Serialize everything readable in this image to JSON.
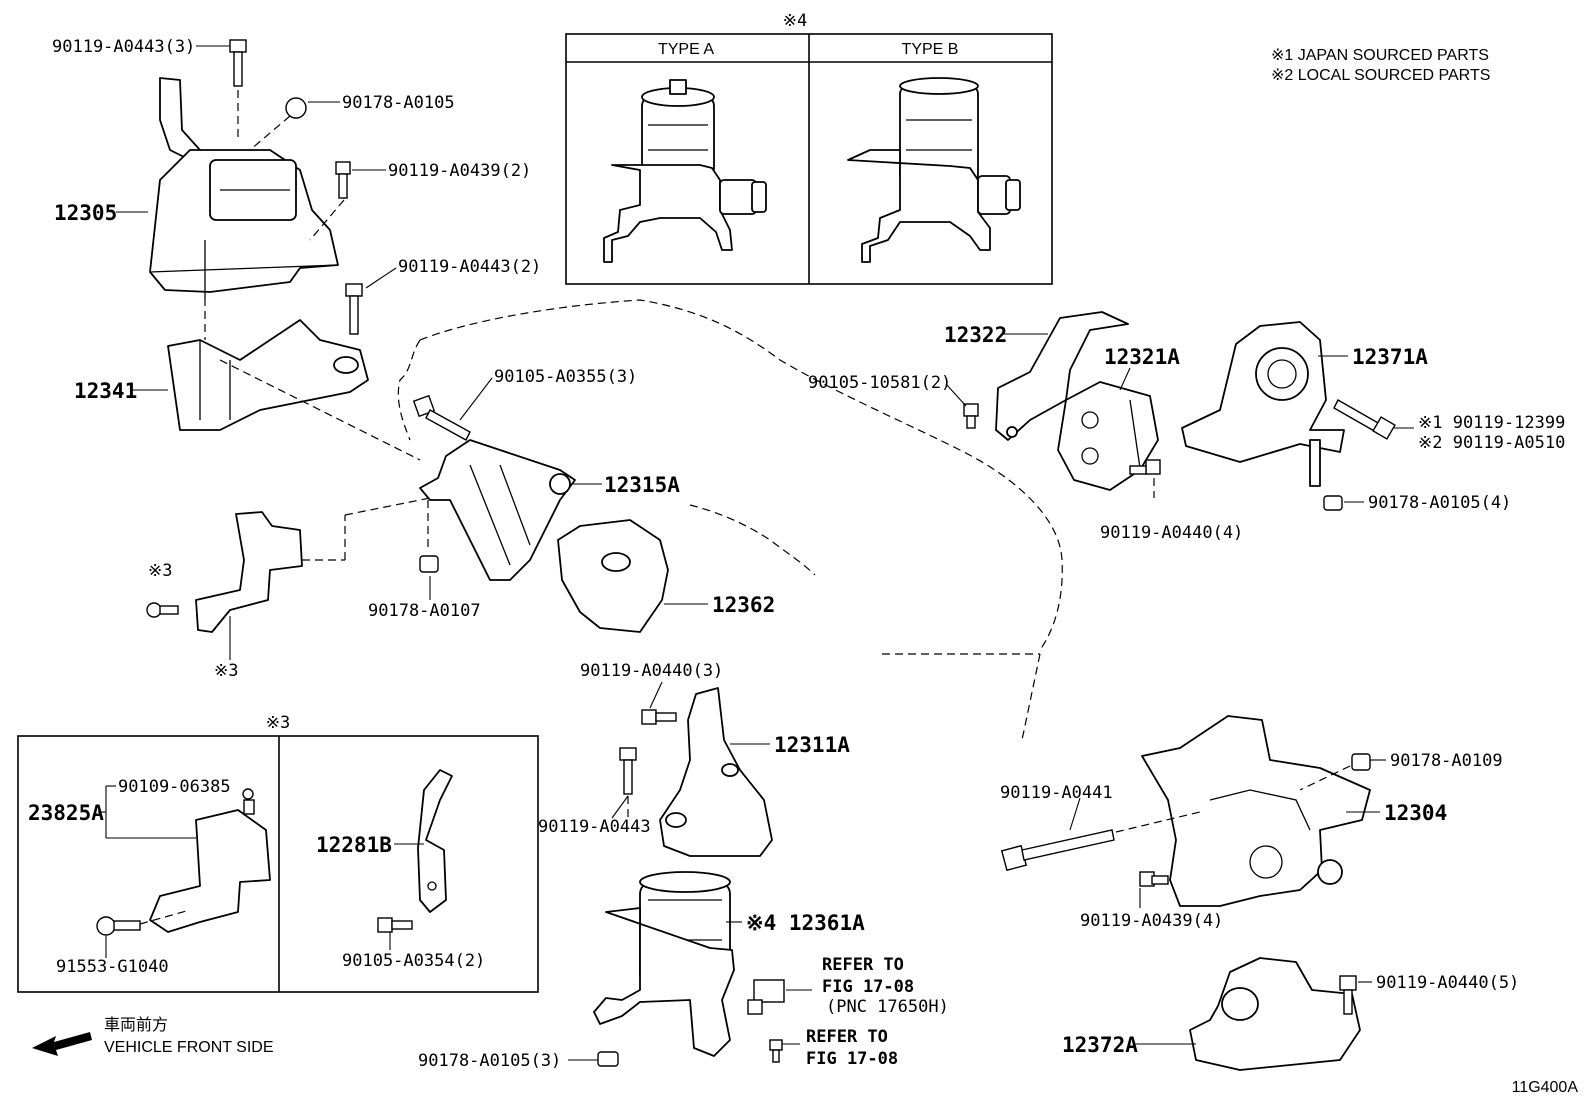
{
  "diagram_code": "11G400A",
  "legend": {
    "note1": "※1  JAPAN SOURCED PARTS",
    "note2": "※2  LOCAL SOURCED PARTS"
  },
  "type_box": {
    "marker": "※4",
    "type_a": "TYPE A",
    "type_b": "TYPE B"
  },
  "inset_box": {
    "marker": "※3"
  },
  "front_side": {
    "japanese": "車両前方",
    "english": "VEHICLE FRONT SIDE"
  },
  "parts": {
    "p_90119_A0443_3": "90119-A0443(3)",
    "p_90178_A0105": "90178-A0105",
    "p_90119_A0439_2": "90119-A0439(2)",
    "p_12305": "12305",
    "p_90119_A0443_2": "90119-A0443(2)",
    "p_12341": "12341",
    "p_90105_A0355_3": "90105-A0355(3)",
    "p_12315A": "12315A",
    "mark3_a": "※3",
    "mark3_b": "※3",
    "p_90178_A0107": "90178-A0107",
    "p_12362": "12362",
    "p_12322": "12322",
    "p_90105_10581_2": "90105-10581(2)",
    "p_12321A": "12321A",
    "p_12371A": "12371A",
    "p_mark1_90119_12399": "※1 90119-12399",
    "p_mark2_90119_A0510": "※2 90119-A0510",
    "p_90178_A0105_4": "90178-A0105(4)",
    "p_90119_A0440_4": "90119-A0440(4)",
    "p_90119_A0440_3": "90119-A0440(3)",
    "p_12311A": "12311A",
    "p_90119_A0443": "90119-A0443",
    "p_90178_A0109": "90178-A0109",
    "p_90119_A0441": "90119-A0441",
    "p_12304": "12304",
    "p_90119_A0439_4": "90119-A0439(4)",
    "p_23825A": "23825A",
    "p_90109_06385": "90109-06385",
    "p_91553_G1040": "91553-G1040",
    "p_12281B": "12281B",
    "p_90105_A0354_2": "90105-A0354(2)",
    "p_mark4_12361A": "※4 12361A",
    "ref1_line1": "REFER TO",
    "ref1_line2": "FIG 17-08",
    "ref1_line3": "(PNC 17650H)",
    "ref2_line1": "REFER TO",
    "ref2_line2": "FIG 17-08",
    "p_90178_A0105_3": "90178-A0105(3)",
    "p_90119_A0440_5": "90119-A0440(5)",
    "p_12372A": "12372A"
  }
}
